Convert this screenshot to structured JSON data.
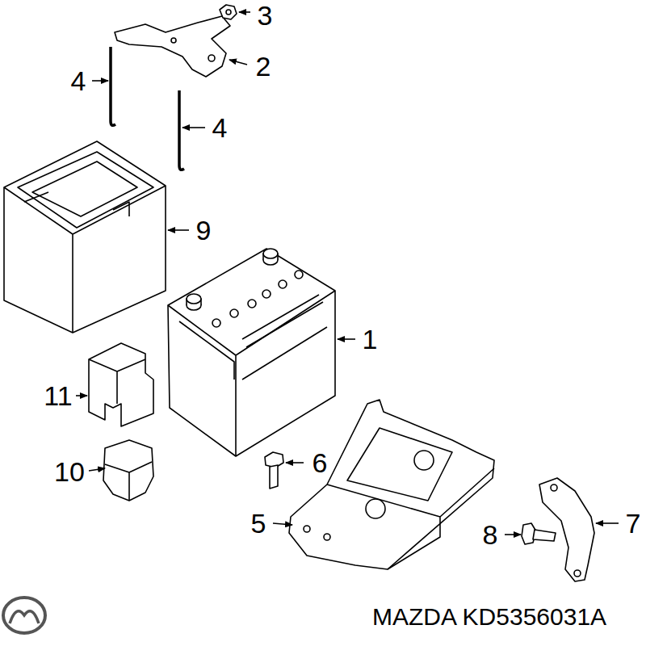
{
  "diagram": {
    "labels": [
      "3",
      "2",
      "4",
      "4",
      "9",
      "1",
      "11",
      "6",
      "10",
      "5",
      "7",
      "8",
      "MAZDA KD5356031A"
    ]
  }
}
